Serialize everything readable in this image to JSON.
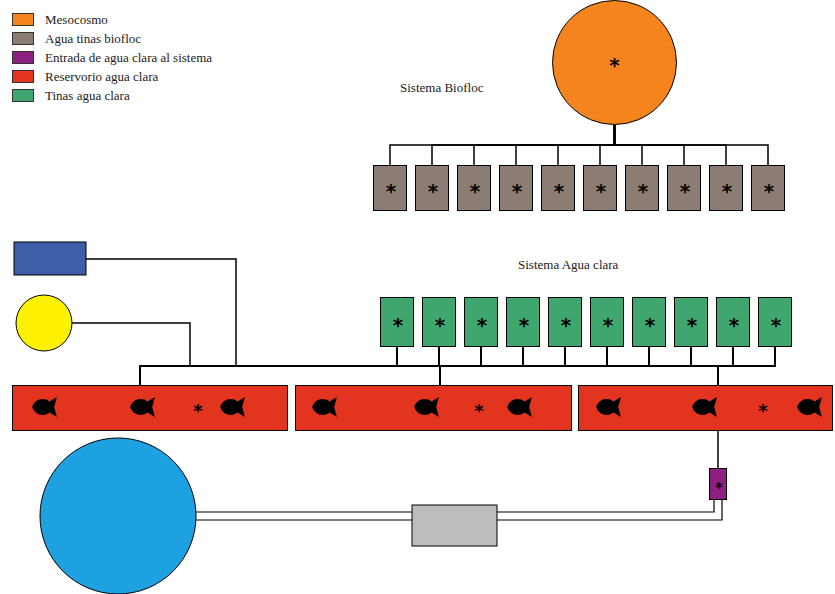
{
  "diagram": {
    "nodes": [
      {
        "text": [
          "*"
        ]
      },
      {
        "text": [
          "*"
        ]
      },
      {
        "text": [
          "*"
        ]
      },
      {
        "text": [
          "*"
        ]
      },
      {
        "text": [
          "*"
        ]
      },
      {
        "text": [
          "*"
        ]
      },
      {
        "text": [
          "*"
        ]
      },
      {
        "text": [
          "*"
        ]
      },
      {
        "text": [
          "*"
        ]
      },
      {
        "text": [
          "*"
        ]
      },
      {
        "text": [
          "*"
        ]
      },
      {
        "text": [
          "*"
        ]
      },
      {
        "text": [
          "*"
        ]
      },
      {
        "text": [
          "*"
        ]
      },
      {
        "text": [
          "*"
        ]
      },
      {
        "text": [
          "*"
        ]
      },
      {
        "text": [
          "*"
        ]
      },
      {
        "text": [
          "*"
        ]
      },
      {
        "text": [
          "*"
        ]
      },
      {
        "text": [
          "*"
        ]
      },
      {
        "text": [
          "*"
        ]
      },
      {
        "text": [
          "*"
        ]
      },
      {
        "text": [
          "*"
        ]
      },
      {
        "text": [
          "*"
        ]
      },
      {
        "text": [
          "*"
        ]
      }
    ],
    "edges": [
      {
        "from": 0,
        "to": 1,
        "arrow": "none"
      },
      {
        "from": 0,
        "to": 2,
        "arrow": "none"
      },
      {
        "from": 0,
        "to": 3,
        "arrow": "none"
      },
      {
        "from": 0,
        "to": 4,
        "arrow": "none"
      },
      {
        "from": 0,
        "to": 5,
        "arrow": "none"
      },
      {
        "from": 0,
        "to": 6,
        "arrow": "none"
      },
      {
        "from": 0,
        "to": 7,
        "arrow": "none"
      },
      {
        "from": 0,
        "to": 8,
        "arrow": "none"
      },
      {
        "from": 0,
        "to": 9,
        "arrow": "none"
      },
      {
        "from": 0,
        "to": 10,
        "arrow": "none"
      },
      {
        "from": 21,
        "to": 11,
        "arrow": "none"
      },
      {
        "from": 21,
        "to": 12,
        "arrow": "none"
      },
      {
        "from": 21,
        "to": 13,
        "arrow": "none"
      },
      {
        "from": 21,
        "to": 14,
        "arrow": "none"
      },
      {
        "from": 21,
        "to": 15,
        "arrow": "none"
      },
      {
        "from": 21,
        "to": 16,
        "arrow": "none"
      },
      {
        "from": 21,
        "to": 17,
        "arrow": "none"
      },
      {
        "from": 21,
        "to": 18,
        "arrow": "none"
      },
      {
        "from": 21,
        "to": 19,
        "arrow": "none"
      },
      {
        "from": 21,
        "to": 20,
        "arrow": "none"
      },
      {
        "from": 22,
        "to": 11,
        "arrow": "none"
      },
      {
        "from": 22,
        "to": 12,
        "arrow": "none"
      },
      {
        "from": 22,
        "to": 13,
        "arrow": "none"
      },
      {
        "from": 22,
        "to": 14,
        "arrow": "none"
      },
      {
        "from": 22,
        "to": 15,
        "arrow": "none"
      },
      {
        "from": 22,
        "to": 16,
        "arrow": "none"
      },
      {
        "from": 22,
        "to": 17,
        "arrow": "none"
      },
      {
        "from": 22,
        "to": 18,
        "arrow": "none"
      },
      {
        "from": 22,
        "to": 19,
        "arrow": "none"
      },
      {
        "from": 22,
        "to": 20,
        "arrow": "none"
      },
      {
        "from": 23,
        "to": 11,
        "arrow": "none"
      },
      {
        "from": 23,
        "to": 12,
        "arrow": "none"
      },
      {
        "from": 23,
        "to": 13,
        "arrow": "none"
      },
      {
        "from": 23,
        "to": 14,
        "arrow": "none"
      },
      {
        "from": 23,
        "to": 15,
        "arrow": "none"
      },
      {
        "from": 23,
        "to": 16,
        "arrow": "none"
      },
      {
        "from": 23,
        "to": 17,
        "arrow": "none"
      },
      {
        "from": 23,
        "to": 18,
        "arrow": "none"
      },
      {
        "from": 23,
        "to": 19,
        "arrow": "none"
      },
      {
        "from": 23,
        "to": 20,
        "arrow": "none"
      },
      {
        "from": 24,
        "to": 23,
        "arrow": "none"
      }
    ],
    "labels": [
      "Sistema Biofloc",
      "Sistema Agua clara"
    ],
    "legend": [
      {
        "text": "Mesocosmo",
        "color": "#f5841f"
      },
      {
        "text": "Agua tinas biofloc",
        "color": "#8b7d73"
      },
      {
        "text": "Entrada de agua clara al sistema",
        "color": "#8c1f7f"
      },
      {
        "text": "Reservorio agua clara",
        "color": "#e2341f"
      },
      {
        "text": "Tinas agua clara",
        "color": "#3fa66e"
      }
    ]
  }
}
